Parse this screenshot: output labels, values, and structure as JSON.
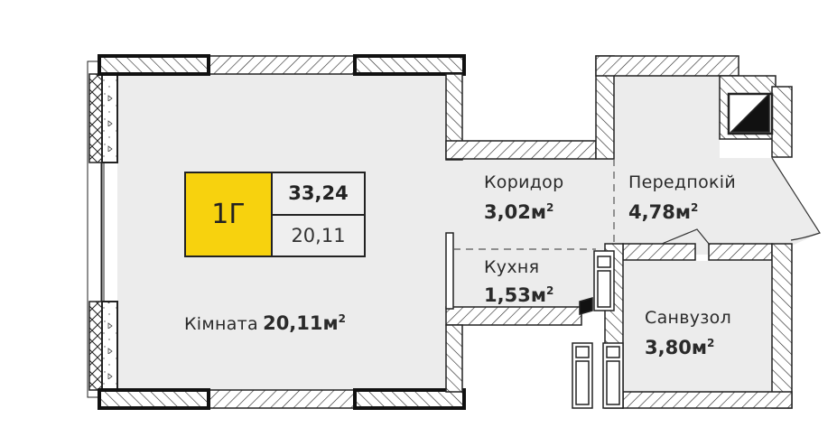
{
  "apartment": {
    "code": "1Г",
    "total_area": "33,24",
    "living_area": "20,11",
    "accent_color": "#f7d20e"
  },
  "rooms": [
    {
      "name": "Кімната",
      "area": "20,11м",
      "unit_sup": "2"
    },
    {
      "name": "Коридор",
      "area": "3,02м",
      "unit_sup": "2"
    },
    {
      "name": "Передпокій",
      "area": "4,78м",
      "unit_sup": "2"
    },
    {
      "name": "Кухня",
      "area": "1,53м",
      "unit_sup": "2"
    },
    {
      "name": "Санвузол",
      "area": "3,80м",
      "unit_sup": "2"
    }
  ]
}
